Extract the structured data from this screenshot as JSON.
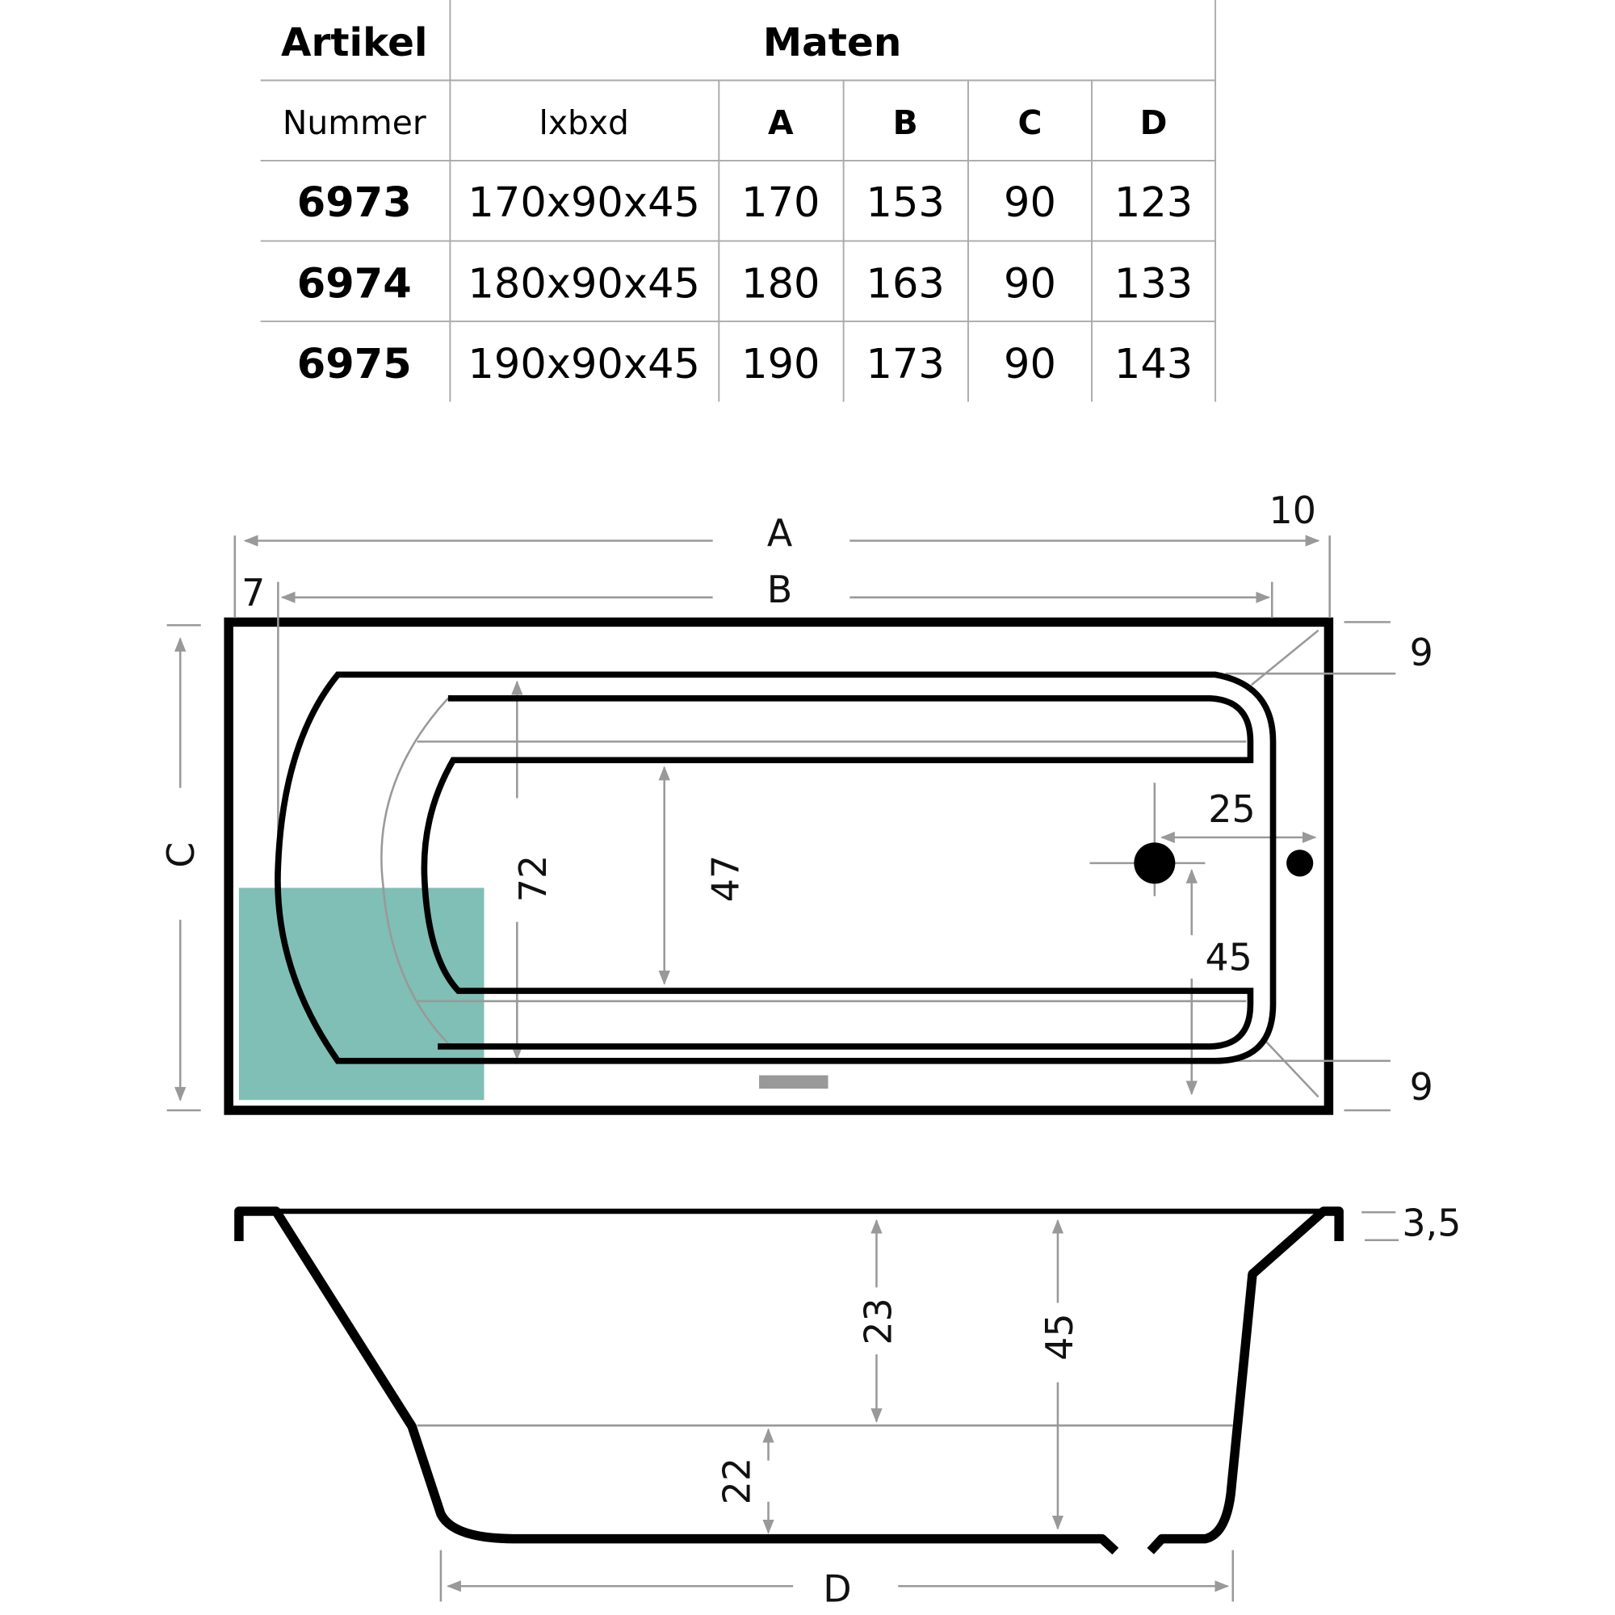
{
  "table": {
    "header_artikel": "Artikel",
    "header_maten": "Maten",
    "sub_headers": [
      "Nummer",
      "lxbxd",
      "A",
      "B",
      "C",
      "D"
    ],
    "rows": [
      [
        "6973",
        "170x90x45",
        "170",
        "153",
        "90",
        "123"
      ],
      [
        "6974",
        "180x90x45",
        "180",
        "163",
        "90",
        "133"
      ],
      [
        "6975",
        "190x90x45",
        "190",
        "173",
        "90",
        "143"
      ]
    ]
  },
  "top_view": {
    "label_a": "A",
    "label_b": "B",
    "label_c": "C",
    "dim_10": "10",
    "dim_7": "7",
    "dim_9_top": "9",
    "dim_9_bottom": "9",
    "dim_72": "72",
    "dim_47": "47",
    "dim_25": "25",
    "dim_45": "45",
    "accent_color": "#7fbfb5"
  },
  "side_view": {
    "dim_3_5": "3,5",
    "dim_23": "23",
    "dim_45": "45",
    "dim_22": "22",
    "label_d": "D"
  }
}
